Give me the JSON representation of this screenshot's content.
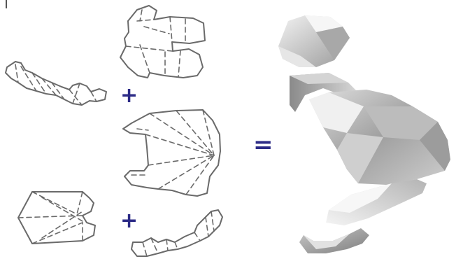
{
  "operators": {
    "plus_top": "+",
    "plus_bottom": "+",
    "equals": "="
  },
  "colors": {
    "operator": "#2b2a86",
    "net_stroke": "#6a6a6a",
    "surface_light": "#f0f0f0",
    "surface_mid": "#c8c8c8",
    "surface_dark": "#8e8e8e"
  },
  "parts": [
    {
      "name": "net-top-folded"
    },
    {
      "name": "net-arm-chain"
    },
    {
      "name": "net-large-center"
    },
    {
      "name": "net-hexagon-left"
    },
    {
      "name": "net-arm-chain-bottom"
    }
  ],
  "assembled": {
    "pieces": 5
  }
}
